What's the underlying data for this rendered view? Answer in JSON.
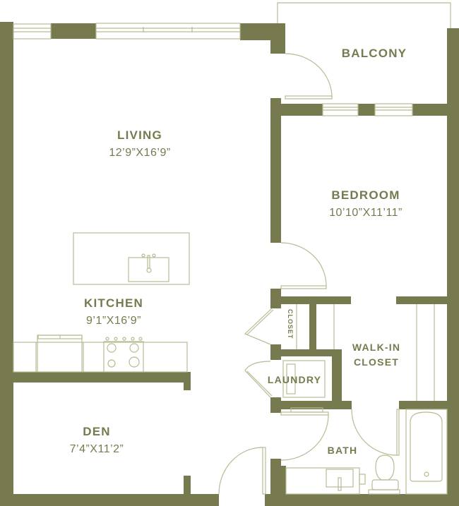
{
  "colors": {
    "wall": "#767a4e",
    "line": "#b9ba94",
    "background": "#ffffff"
  },
  "rooms": {
    "balcony": {
      "name": "BALCONY"
    },
    "living": {
      "name": "LIVING",
      "dimensions": "12’9”X16’9”"
    },
    "bedroom": {
      "name": "BEDROOM",
      "dimensions": "10’10”X11’11”"
    },
    "kitchen": {
      "name": "KITCHEN",
      "dimensions": "9’1”X16’9”"
    },
    "closet": {
      "name": "CLOSET"
    },
    "walkin": {
      "name_line1": "WALK-IN",
      "name_line2": "CLOSET"
    },
    "laundry": {
      "name": "LAUNDRY"
    },
    "den": {
      "name": "DEN",
      "dimensions": "7’4”X11’2”"
    },
    "bath": {
      "name": "BATH"
    }
  }
}
